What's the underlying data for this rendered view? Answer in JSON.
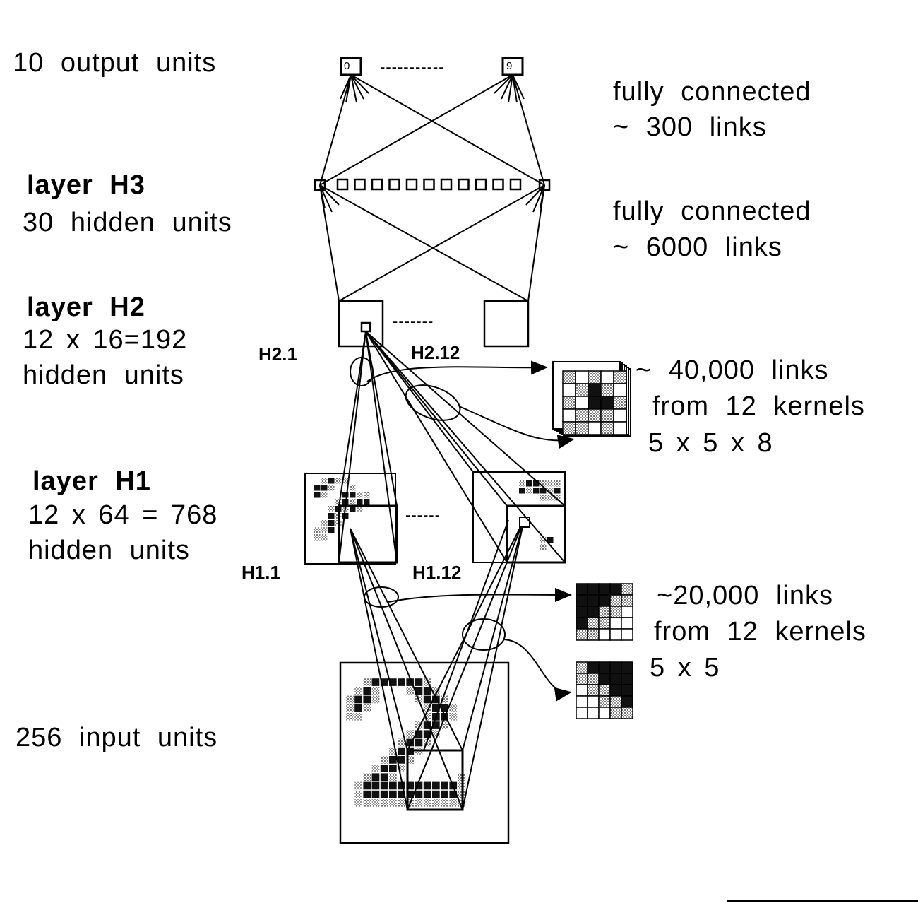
{
  "layers": {
    "output": {
      "label": "10 output units",
      "first_unit": "0",
      "last_unit": "9"
    },
    "h3": {
      "title": "layer H3",
      "subtitle": "30 hidden units"
    },
    "h2": {
      "title": "layer H2",
      "line1": "12 x 16=192",
      "line2": "hidden units",
      "map_first": "H2.1",
      "map_last": "H2.12"
    },
    "h1": {
      "title": "layer H1",
      "line1": "12 x 64 = 768",
      "line2": "hidden units",
      "map_first": "H1.1",
      "map_last": "H1.12"
    },
    "input": {
      "label": "256 input units"
    }
  },
  "connections": {
    "h3_output": {
      "line1": "fully connected",
      "line2": "~ 300 links"
    },
    "h2_h3": {
      "line1": "fully connected",
      "line2": "~ 6000 links"
    },
    "h1_h2": {
      "line1": "~ 40,000 links",
      "line2": "from 12 kernels",
      "line3": "5 x 5 x 8"
    },
    "input_h1": {
      "line1": "~20,000 links",
      "line2": "from 12 kernels",
      "line3": "5 x 5"
    }
  },
  "dashes": {
    "output": "-----------",
    "h2": "-------",
    "h1": "------"
  }
}
